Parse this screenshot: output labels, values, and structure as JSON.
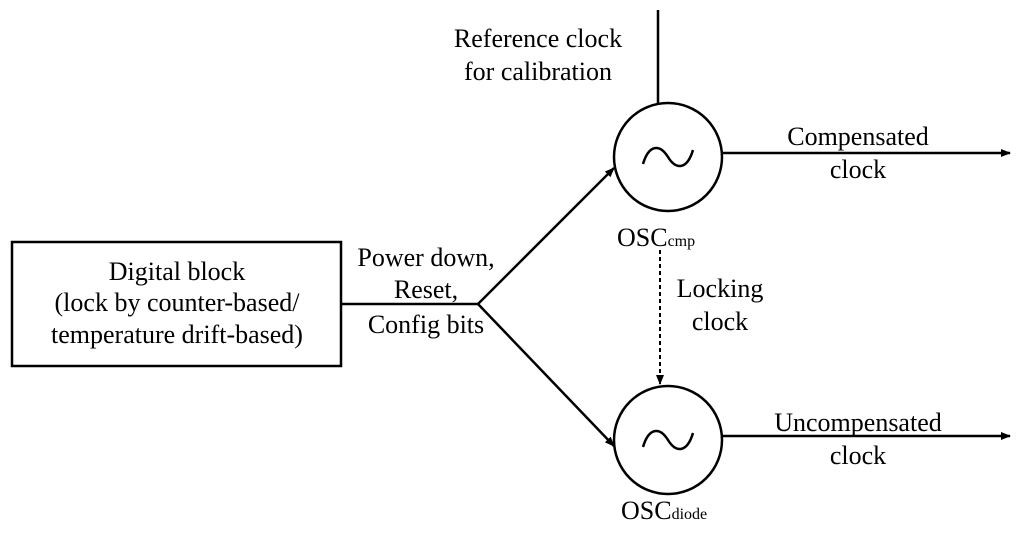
{
  "digital_block": {
    "line1": "Digital block",
    "line2": "(lock by counter-based/",
    "line3": "temperature drift-based)"
  },
  "control_signals": {
    "line1": "Power down,",
    "line2": "Reset,",
    "line3": "Config bits"
  },
  "reference_clock": {
    "line1": "Reference clock",
    "line2": "for calibration"
  },
  "osc_cmp": {
    "name": "OSC",
    "subscript": "cmp"
  },
  "osc_diode": {
    "name": "OSC",
    "subscript": "diode"
  },
  "compensated_clock": {
    "line1": "Compensated",
    "line2": "clock"
  },
  "uncompensated_clock": {
    "line1": "Uncompensated",
    "line2": "clock"
  },
  "locking_clock": {
    "line1": "Locking",
    "line2": "clock"
  }
}
